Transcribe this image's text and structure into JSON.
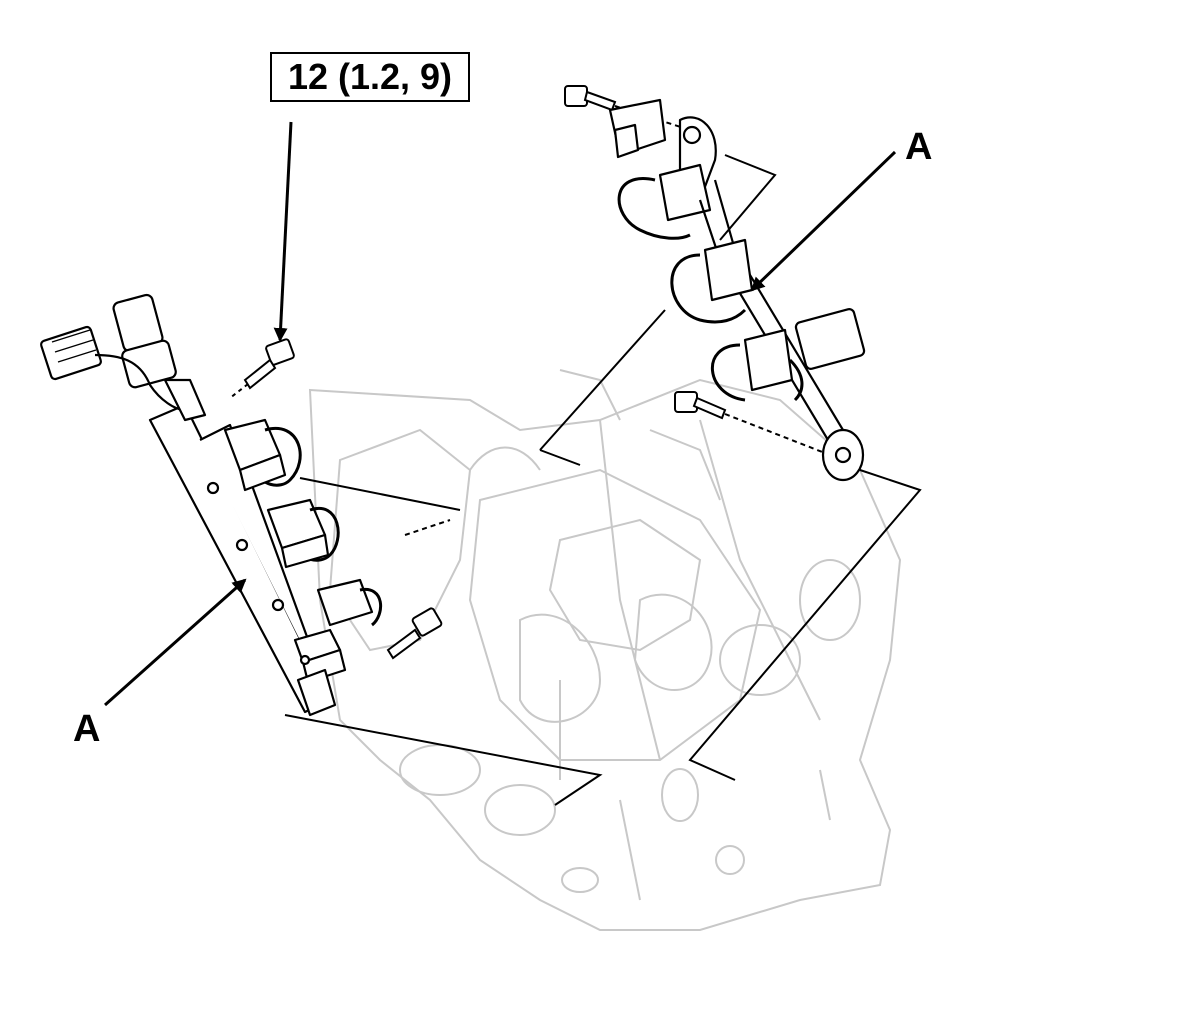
{
  "torque_spec": "12 (1.2, 9)",
  "callouts": {
    "right_harness": "A",
    "left_harness": "A"
  },
  "colors": {
    "line_art": "#000000",
    "engine_ghost": "#c8c8c8",
    "background": "#ffffff"
  }
}
